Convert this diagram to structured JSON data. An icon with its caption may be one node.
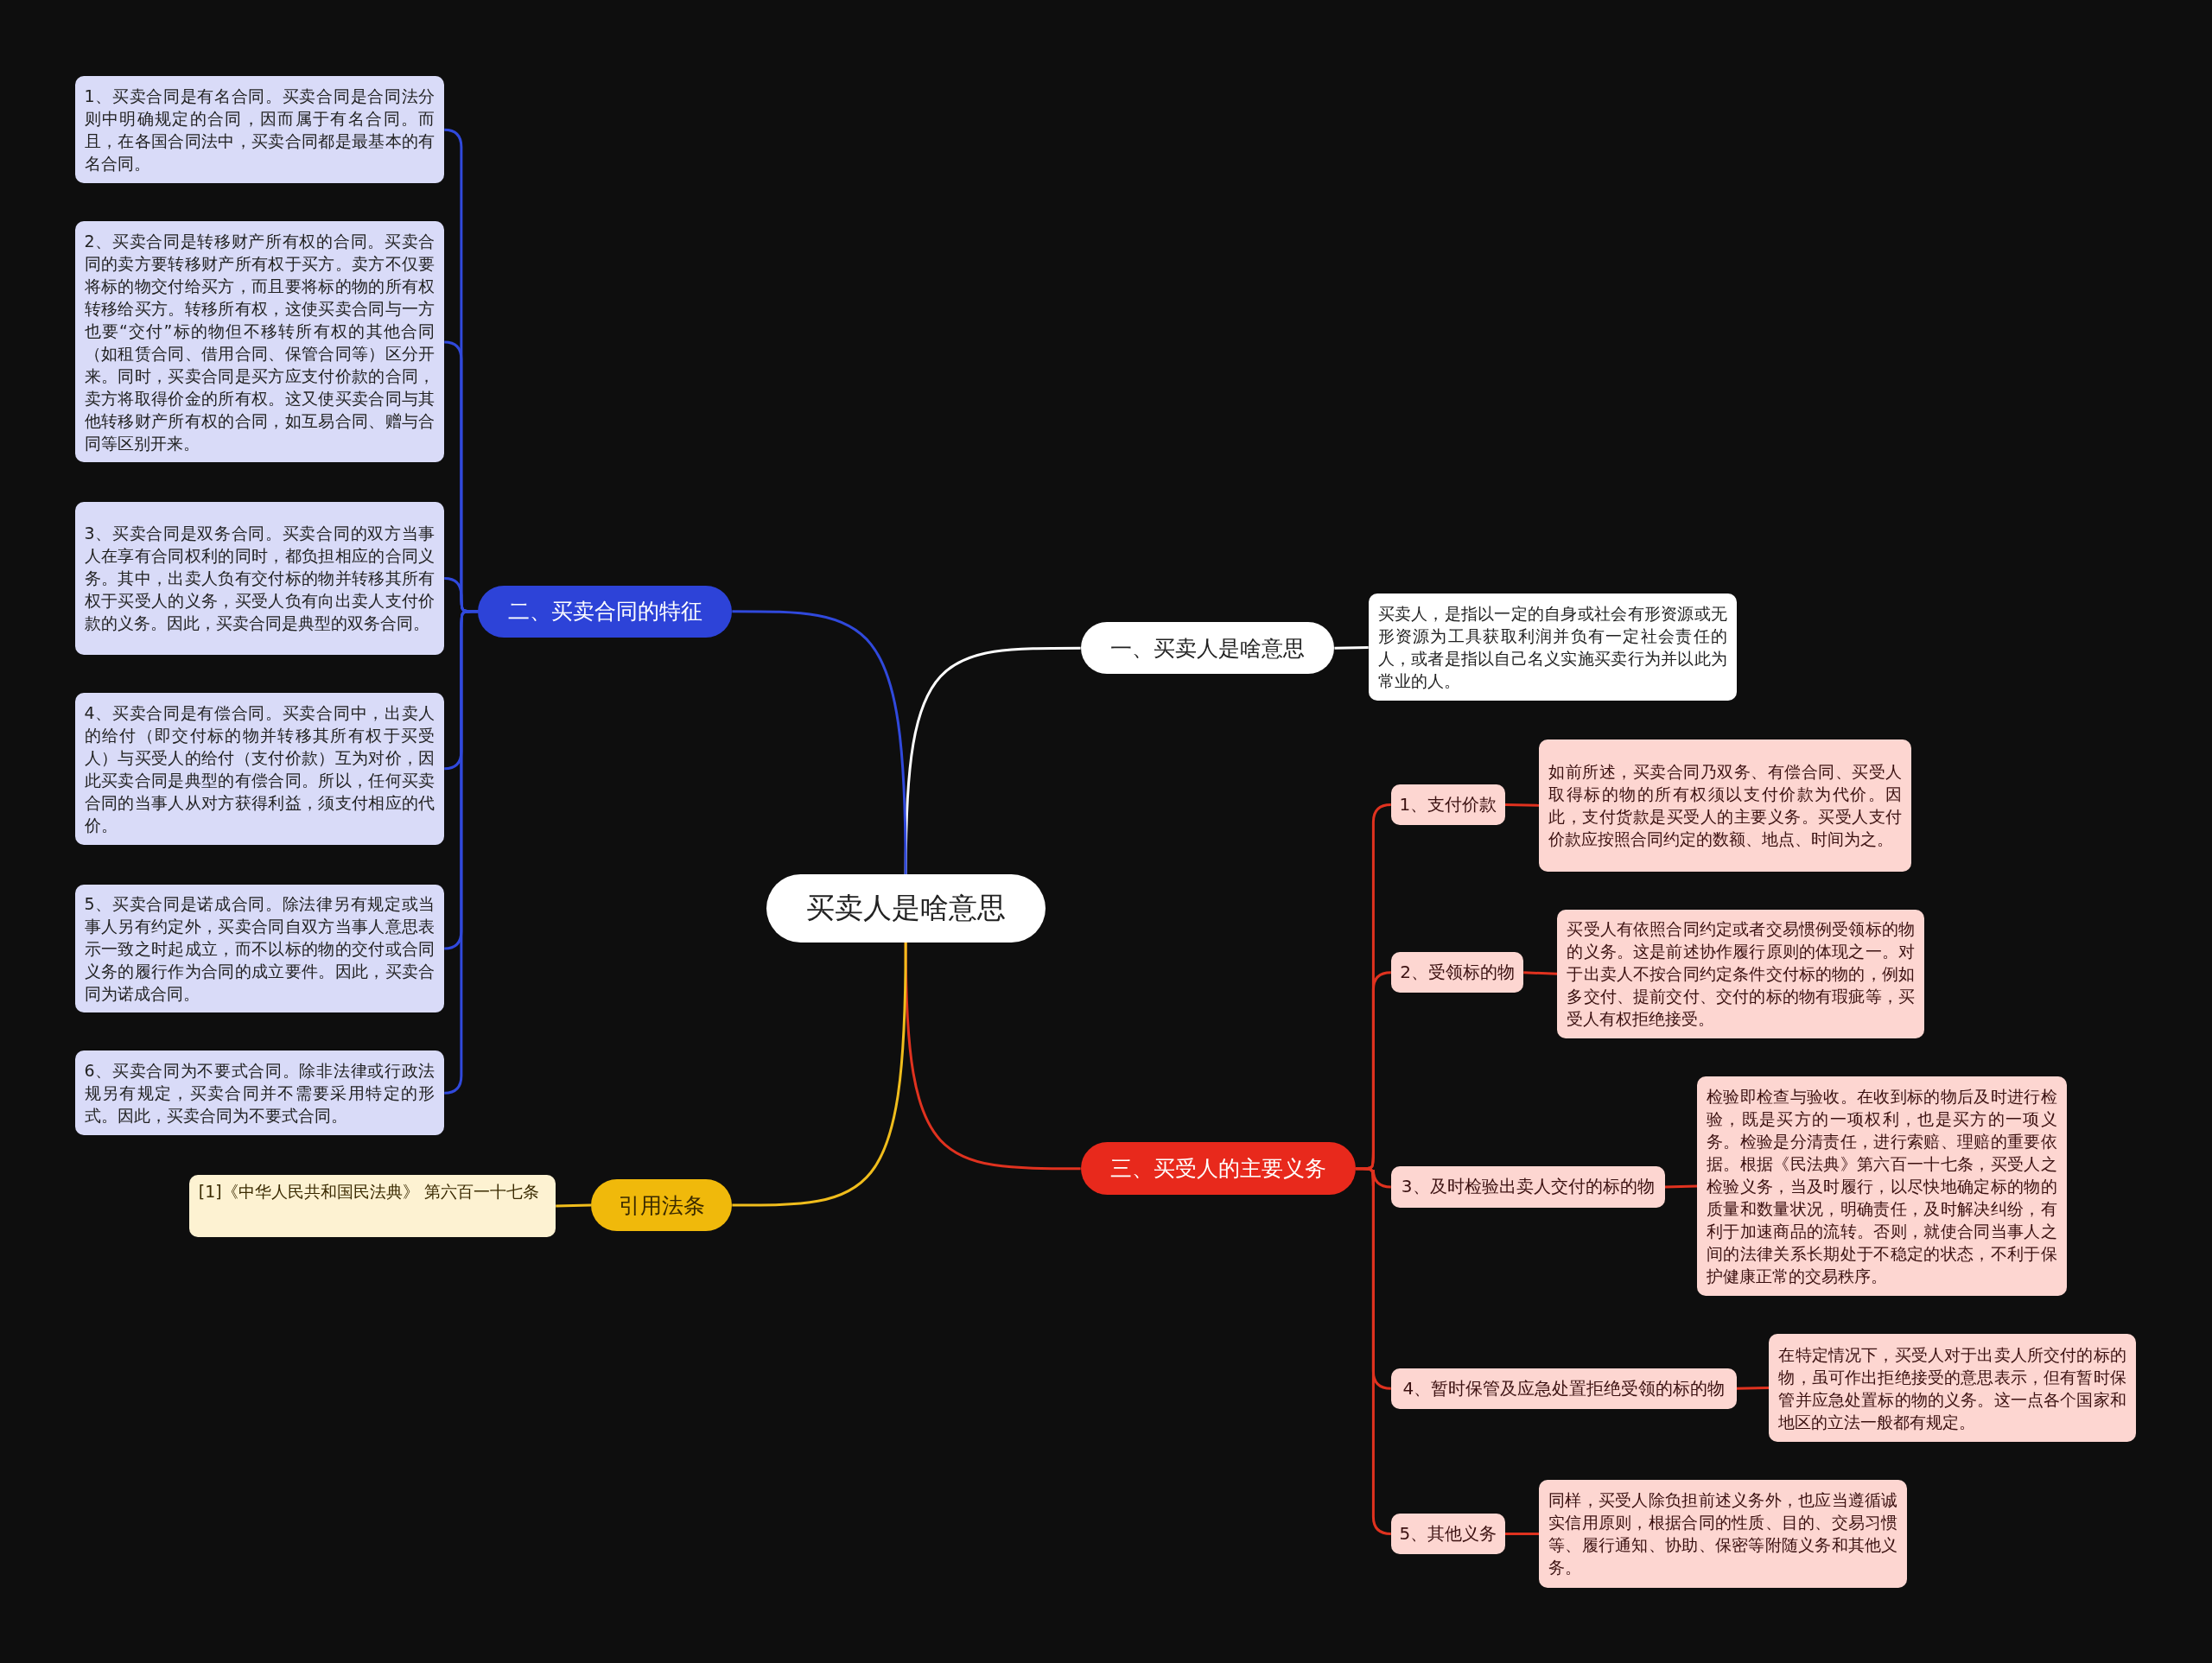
{
  "diagram": {
    "nodes": [
      {
        "text": [
          "买卖人是啥意思"
        ]
      },
      {
        "text": [
          "一、买卖人是啥意思"
        ]
      },
      {
        "text": [
          "买卖人，是指以一定的自身或社会有形资源或无形资源为工具获取利润并负有一定社会责任的人，或者是指以自己名义实施买卖行为并以此为常业的人。"
        ]
      },
      {
        "text": [
          "二、买卖合同的特征"
        ]
      },
      {
        "text": [
          "1、买卖合同是有名合同。买卖合同是合同法分则中明确规定的合同，因而属于有名合同。而且，在各国合同法中，买卖合同都是最基本的有名合同。"
        ]
      },
      {
        "text": [
          "2、买卖合同是转移财产所有权的合同。买卖合同的卖方要转移财产所有权于买方。卖方不仅要将标的物交付给买方，而且要将标的物的所有权转移给买方。转移所有权，这使买卖合同与一方也要“交付”标的物但不移转所有权的其他合同（如租赁合同、借用合同、保管合同等）区分开来。同时，买卖合同是买方应支付价款的合同，卖方将取得价金的所有权。这又使买卖合同与其他转移财产所有权的合同，如互易合同、赠与合同等区别开来。"
        ]
      },
      {
        "text": [
          "3、买卖合同是双务合同。买卖合同的双方当事人在享有合同权利的同时，都负担相应的合同义务。其中，出卖人负有交付标的物并转移其所有权于买受人的义务，买受人负有向出卖人支付价款的义务。因此，买卖合同是典型的双务合同。"
        ]
      },
      {
        "text": [
          "4、买卖合同是有偿合同。买卖合同中，出卖人的给付（即交付标的物并转移其所有权于买受人）与买受人的给付（支付价款）互为对价，因此买卖合同是典型的有偿合同。所以，任何买卖合同的当事人从对方获得利益，须支付相应的代价。"
        ]
      },
      {
        "text": [
          "5、买卖合同是诺成合同。除法律另有规定或当事人另有约定外，买卖合同自双方当事人意思表示一致之时起成立，而不以标的物的交付或合同义务的履行作为合同的成立要件。因此，买卖合同为诺成合同。"
        ]
      },
      {
        "text": [
          "6、买卖合同为不要式合同。除非法律或行政法规另有规定，买卖合同并不需要采用特定的形式。因此，买卖合同为不要式合同。"
        ]
      },
      {
        "text": [
          "三、买受人的主要义务"
        ]
      },
      {
        "text": [
          "1、支付价款"
        ]
      },
      {
        "text": [
          "如前所述，买卖合同乃双务、有偿合同、买受人取得标的物的所有权须以支付价款为代价。因此，支付货款是买受人的主要义务。买受人支付价款应按照合同约定的数额、地点、时间为之。"
        ]
      },
      {
        "text": [
          "2、受领标的物"
        ]
      },
      {
        "text": [
          "买受人有依照合同约定或者交易惯例受领标的物的义务。这是前述协作履行原则的体现之一。对于出卖人不按合同约定条件交付标的物的，例如多交付、提前交付、交付的标的物有瑕疵等，买受人有权拒绝接受。"
        ]
      },
      {
        "text": [
          "3、及时检验出卖人交付的标的物"
        ]
      },
      {
        "text": [
          "检验即检查与验收。在收到标的物后及时进行检验，既是买方的一项权利，也是买方的一项义务。检验是分清责任，进行索赔、理赔的重要依据。根据《民法典》第六百一十七条，买受人之检验义务，当及时履行，以尽快地确定标的物的质量和数量状况，明确责任，及时解决纠纷，有利于加速商品的流转。否则，就使合同当事人之间的法律关系长期处于不稳定的状态，不利于保护健康正常的交易秩序。"
        ]
      },
      {
        "text": [
          "4、暂时保管及应急处置拒绝受领的标的物"
        ]
      },
      {
        "text": [
          "在特定情况下，买受人对于出卖人所交付的标的物，虽可作出拒绝接受的意思表示，但有暂时保管并应急处置标的物的义务。这一点各个国家和地区的立法一般都有规定。"
        ]
      },
      {
        "text": [
          "5、其他义务"
        ]
      },
      {
        "text": [
          "同样，买受人除负担前述义务外，也应当遵循诚实信用原则，根据合同的性质、目的、交易习惯等、履行通知、协助、保密等附随义务和其他义务。"
        ]
      },
      {
        "text": [
          "引用法条"
        ]
      },
      {
        "text": [
          "[1]《中华人民共和国民法典》 第六百一十七条"
        ]
      }
    ],
    "edges": [
      {
        "from": 0,
        "to": 1,
        "arrow": "none",
        "color": "#ffffff"
      },
      {
        "from": 1,
        "to": 2,
        "arrow": "none",
        "color": "#ffffff"
      },
      {
        "from": 0,
        "to": 3,
        "arrow": "none",
        "color": "#3049dc"
      },
      {
        "from": 3,
        "to": 4,
        "arrow": "none",
        "color": "#3049dc"
      },
      {
        "from": 3,
        "to": 5,
        "arrow": "none",
        "color": "#3049dc"
      },
      {
        "from": 3,
        "to": 6,
        "arrow": "none",
        "color": "#3049dc"
      },
      {
        "from": 3,
        "to": 7,
        "arrow": "none",
        "color": "#3049dc"
      },
      {
        "from": 3,
        "to": 8,
        "arrow": "none",
        "color": "#3049dc"
      },
      {
        "from": 3,
        "to": 9,
        "arrow": "none",
        "color": "#3049dc"
      },
      {
        "from": 0,
        "to": 10,
        "arrow": "none"
      },
      {
        "from": 10,
        "to": 11,
        "arrow": "none"
      },
      {
        "from": 11,
        "to": 12,
        "arrow": "none"
      },
      {
        "from": 10,
        "to": 13,
        "arrow": "none"
      },
      {
        "from": 13,
        "to": 14,
        "arrow": "none"
      },
      {
        "from": 10,
        "to": 15,
        "arrow": "none"
      },
      {
        "from": 15,
        "to": 16,
        "arrow": "none"
      },
      {
        "from": 10,
        "to": 17,
        "arrow": "none"
      },
      {
        "from": 17,
        "to": 18,
        "arrow": "none"
      },
      {
        "from": 10,
        "to": 19,
        "arrow": "none"
      },
      {
        "from": 19,
        "to": 20,
        "arrow": "none"
      },
      {
        "from": 0,
        "to": 21,
        "arrow": "none",
        "color": "#f0bd1c"
      },
      {
        "from": 21,
        "to": 22,
        "arrow": "none",
        "color": "#f0bd1c"
      }
    ]
  }
}
